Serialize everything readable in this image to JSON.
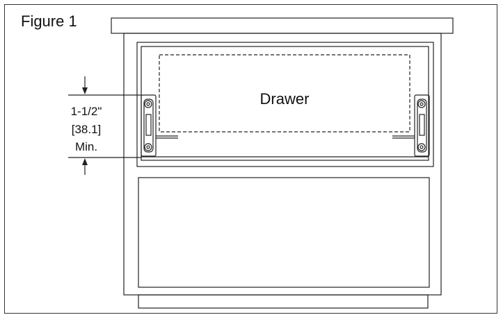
{
  "figure": {
    "title": "Figure 1"
  },
  "diagram": {
    "drawer_label": "Drawer",
    "dimension": {
      "imperial": "1-1/2\"",
      "metric": "[38.1]",
      "note": "Min."
    }
  },
  "colors": {
    "stroke": "#222222",
    "background": "#ffffff"
  }
}
